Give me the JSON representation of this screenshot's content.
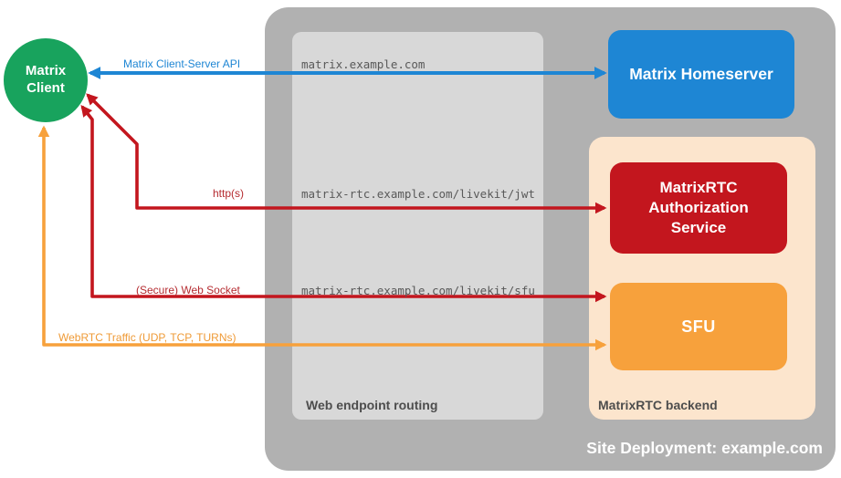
{
  "colors": {
    "client_green": "#18A35D",
    "homeserver_blue": "#1E86D4",
    "auth_red": "#C3161E",
    "sfu_orange": "#F7A13C",
    "site_gray": "#B1B1B1",
    "routing_gray": "#D8D8D8",
    "backend_peach": "#FCE5CD",
    "caption_gray": "#4D4D4D",
    "endpoint_text_gray": "#595959"
  },
  "nodes": {
    "client": {
      "label": "Matrix Client"
    },
    "homeserver": {
      "label": "Matrix Homeserver"
    },
    "auth_service": {
      "label": "MatrixRTC Authorization Service"
    },
    "sfu": {
      "label": "SFU"
    }
  },
  "containers": {
    "site": {
      "label": "Site Deployment: example.com"
    },
    "routing": {
      "label": "Web endpoint routing"
    },
    "backend": {
      "label": "MatrixRTC backend"
    }
  },
  "arrows": {
    "client_server_api": {
      "label": "Matrix Client-Server API",
      "endpoint": "matrix.example.com"
    },
    "http_jwt": {
      "label": "http(s)",
      "endpoint": "matrix-rtc.example.com/livekit/jwt"
    },
    "websocket": {
      "label": "(Secure) Web Socket",
      "endpoint": "matrix-rtc.example.com/livekit/sfu"
    },
    "webrtc": {
      "label": "WebRTC Traffic (UDP, TCP, TURNs)"
    }
  }
}
